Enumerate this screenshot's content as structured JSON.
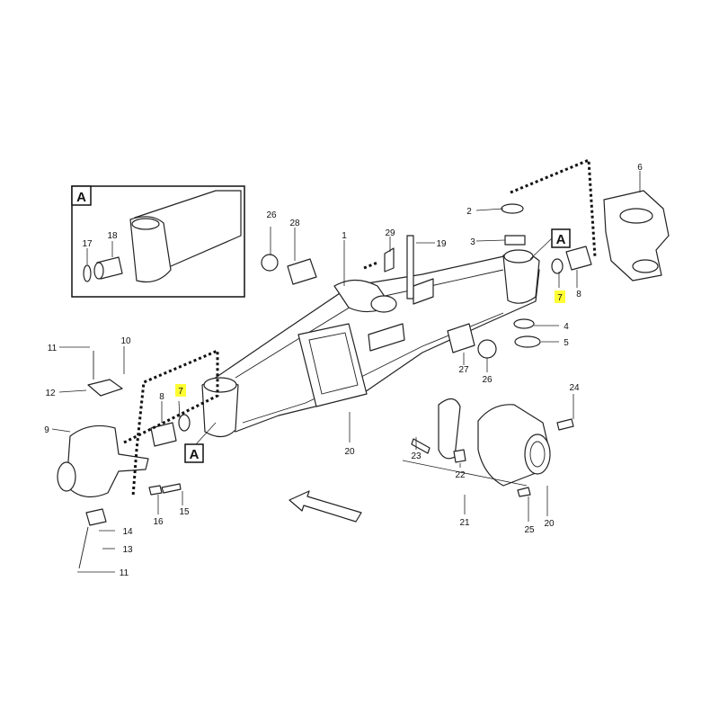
{
  "detail_ref_letter": "A",
  "callouts": [
    {
      "id": "1",
      "text": "1"
    },
    {
      "id": "2",
      "text": "2"
    },
    {
      "id": "3",
      "text": "3"
    },
    {
      "id": "4",
      "text": "4"
    },
    {
      "id": "5",
      "text": "5"
    },
    {
      "id": "6",
      "text": "6"
    },
    {
      "id": "7r",
      "text": "7",
      "highlighted": true
    },
    {
      "id": "7l",
      "text": "7",
      "highlighted": true
    },
    {
      "id": "8r",
      "text": "8"
    },
    {
      "id": "8l",
      "text": "8"
    },
    {
      "id": "9",
      "text": "9"
    },
    {
      "id": "10",
      "text": "10"
    },
    {
      "id": "11t",
      "text": "11"
    },
    {
      "id": "11b",
      "text": "11"
    },
    {
      "id": "12",
      "text": "12"
    },
    {
      "id": "13",
      "text": "13"
    },
    {
      "id": "14",
      "text": "14"
    },
    {
      "id": "15",
      "text": "15"
    },
    {
      "id": "16",
      "text": "16"
    },
    {
      "id": "17",
      "text": "17"
    },
    {
      "id": "18",
      "text": "18"
    },
    {
      "id": "19",
      "text": "19"
    },
    {
      "id": "20a",
      "text": "20"
    },
    {
      "id": "20b",
      "text": "20"
    },
    {
      "id": "21",
      "text": "21"
    },
    {
      "id": "22",
      "text": "22"
    },
    {
      "id": "23",
      "text": "23"
    },
    {
      "id": "24",
      "text": "24"
    },
    {
      "id": "25",
      "text": "25"
    },
    {
      "id": "26l",
      "text": "26"
    },
    {
      "id": "26r",
      "text": "26"
    },
    {
      "id": "27",
      "text": "27"
    },
    {
      "id": "28",
      "text": "28"
    },
    {
      "id": "29",
      "text": "29"
    }
  ],
  "highlight_color": "#ffff33"
}
